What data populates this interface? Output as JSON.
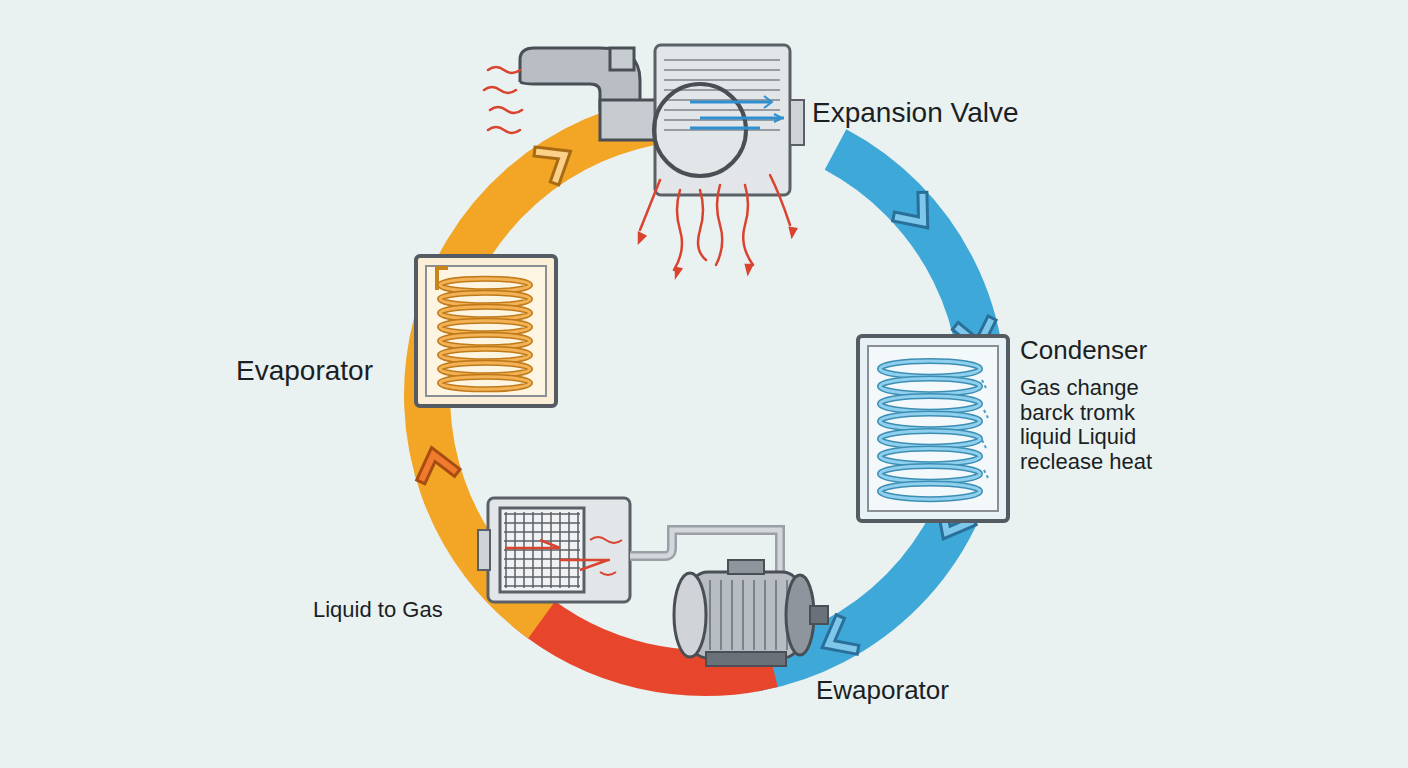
{
  "diagram": {
    "labels": [
      "Expansion Valve",
      "Condenser",
      "Gas change barck tromk liquid Liquid reclease heat",
      "Evaporator",
      "Liquid to Gas",
      "Ewaporator"
    ]
  }
}
